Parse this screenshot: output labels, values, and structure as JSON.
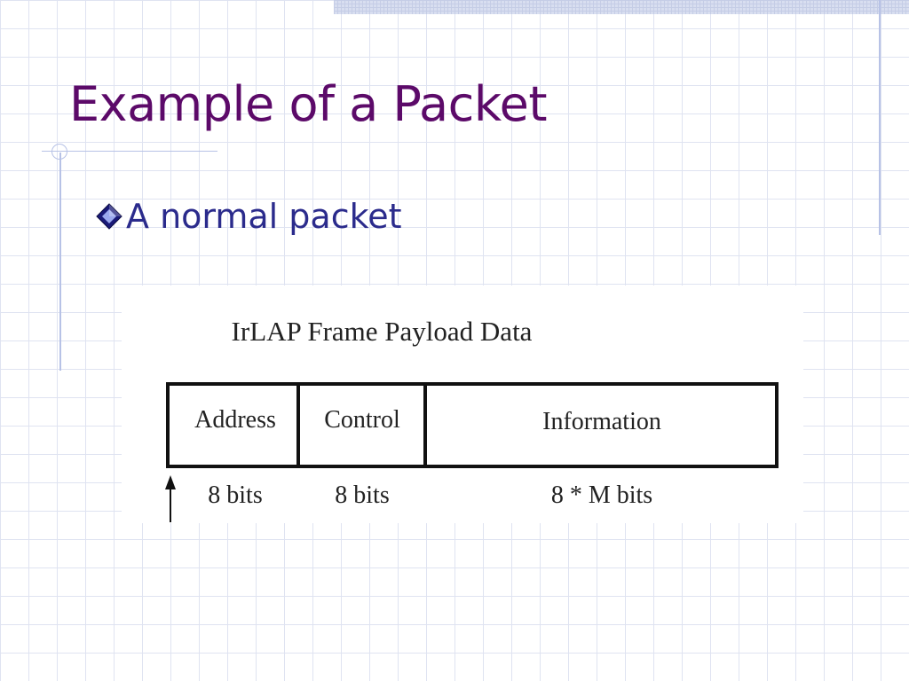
{
  "slide": {
    "title": "Example of a Packet",
    "bullet": "A normal packet"
  },
  "diagram": {
    "caption": "IrLAP Frame Payload Data",
    "fields": [
      {
        "label": "Address",
        "bits": "8 bits"
      },
      {
        "label": "Control",
        "bits": "8 bits"
      },
      {
        "label": "Information",
        "bits": "8 * M bits"
      }
    ]
  },
  "colors": {
    "title": "#5c0a69",
    "bullet_text": "#2b2b8c",
    "grid": "#dfe3f1"
  }
}
